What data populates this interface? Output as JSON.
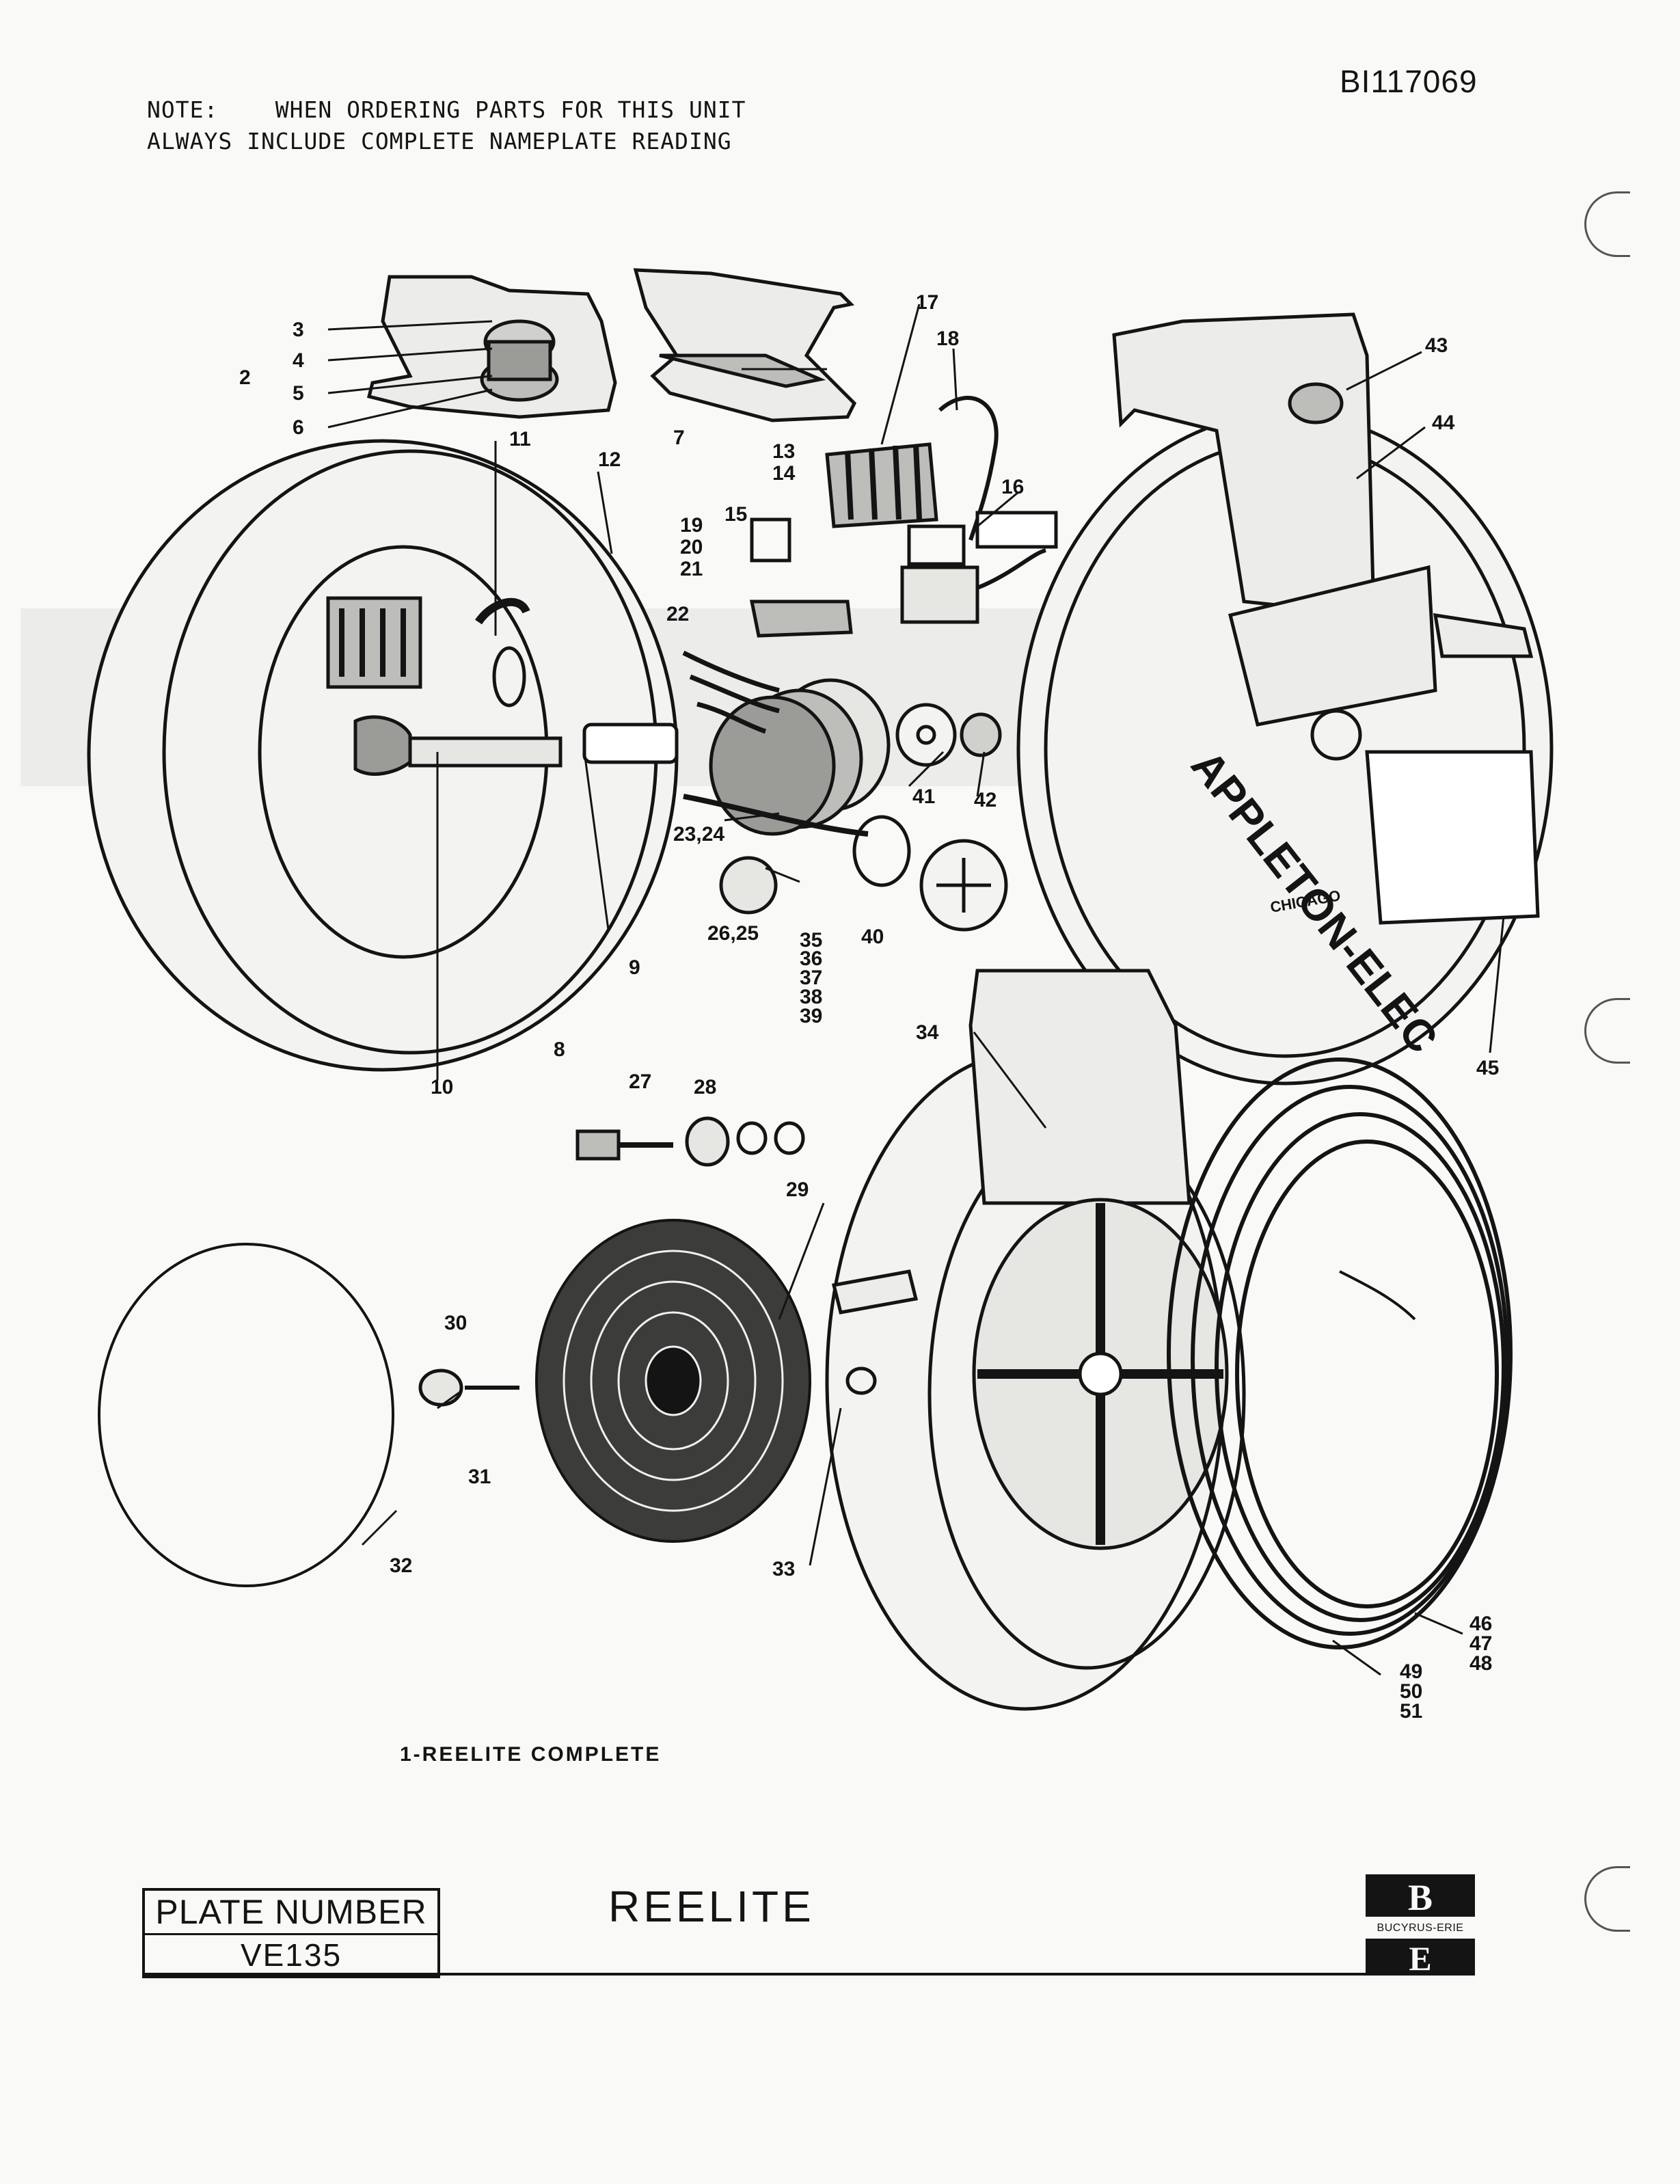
{
  "document": {
    "id": "BI117069",
    "note_line_1": "NOTE:    WHEN ORDERING PARTS FOR THIS UNIT",
    "note_line_2": "ALWAYS INCLUDE COMPLETE NAMEPLATE READING"
  },
  "diagram": {
    "caption": "1-REELITE  COMPLETE",
    "housing_text": "APPLETON-ELEC",
    "housing_subtext": "CHICAGO",
    "callouts": [
      "2",
      "3",
      "4",
      "5",
      "6",
      "7",
      "8",
      "9",
      "10",
      "11",
      "12",
      "13",
      "14",
      "15",
      "16",
      "17",
      "18",
      "19",
      "20",
      "21",
      "22",
      "23,24",
      "26,25",
      "27",
      "28",
      "29",
      "30",
      "31",
      "32",
      "33",
      "34",
      "35",
      "36",
      "37",
      "38",
      "39",
      "40",
      "41",
      "42",
      "43",
      "44",
      "45",
      "46",
      "47",
      "48",
      "49",
      "50",
      "51"
    ]
  },
  "title_block": {
    "plate_label": "PLATE NUMBER",
    "plate_number": "VE135",
    "title": "REELITE",
    "brand": "BUCYRUS-ERIE",
    "logo_letters": [
      "B",
      "E"
    ]
  },
  "colors": {
    "ink": "#141414",
    "paper": "#f9f9f7",
    "shade": "#d9d9d6"
  }
}
